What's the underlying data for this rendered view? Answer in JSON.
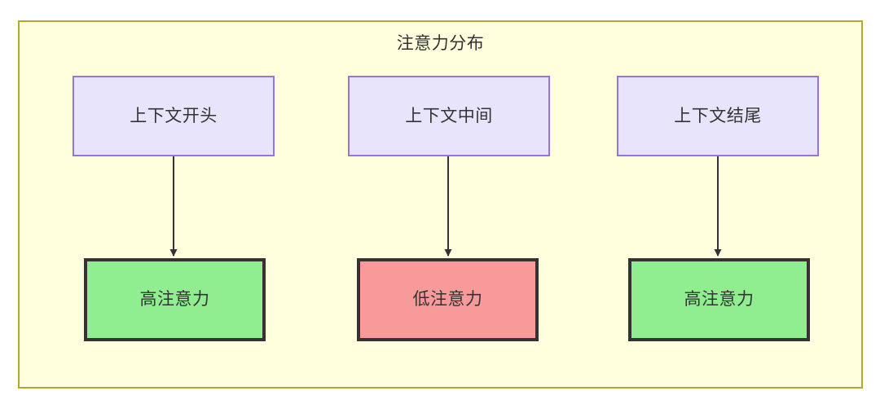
{
  "diagram": {
    "title": "注意力分布",
    "container": {
      "fill": "#ffffde",
      "stroke": "#b5a72a"
    },
    "nodes": {
      "context": [
        {
          "id": "context-start",
          "label": "上下文开头",
          "fill": "#e8e4fb",
          "stroke": "#9673e0"
        },
        {
          "id": "context-middle",
          "label": "上下文中间",
          "fill": "#e8e4fb",
          "stroke": "#9673e0"
        },
        {
          "id": "context-end",
          "label": "上下文结尾",
          "fill": "#e8e4fb",
          "stroke": "#9673e0"
        }
      ],
      "attention": [
        {
          "id": "attention-start",
          "label": "高注意力",
          "level": "high",
          "fill": "#90ee90",
          "stroke": "#333333"
        },
        {
          "id": "attention-middle",
          "label": "低注意力",
          "level": "low",
          "fill": "#f89a9a",
          "stroke": "#333333"
        },
        {
          "id": "attention-end",
          "label": "高注意力",
          "level": "high",
          "fill": "#90ee90",
          "stroke": "#333333"
        }
      ]
    },
    "edges": [
      {
        "from": "context-start",
        "to": "attention-start",
        "label": ""
      },
      {
        "from": "context-middle",
        "to": "attention-middle",
        "label": ""
      },
      {
        "from": "context-end",
        "to": "attention-end",
        "label": ""
      }
    ],
    "edge_color": "#333333",
    "text_color": "#333333"
  }
}
